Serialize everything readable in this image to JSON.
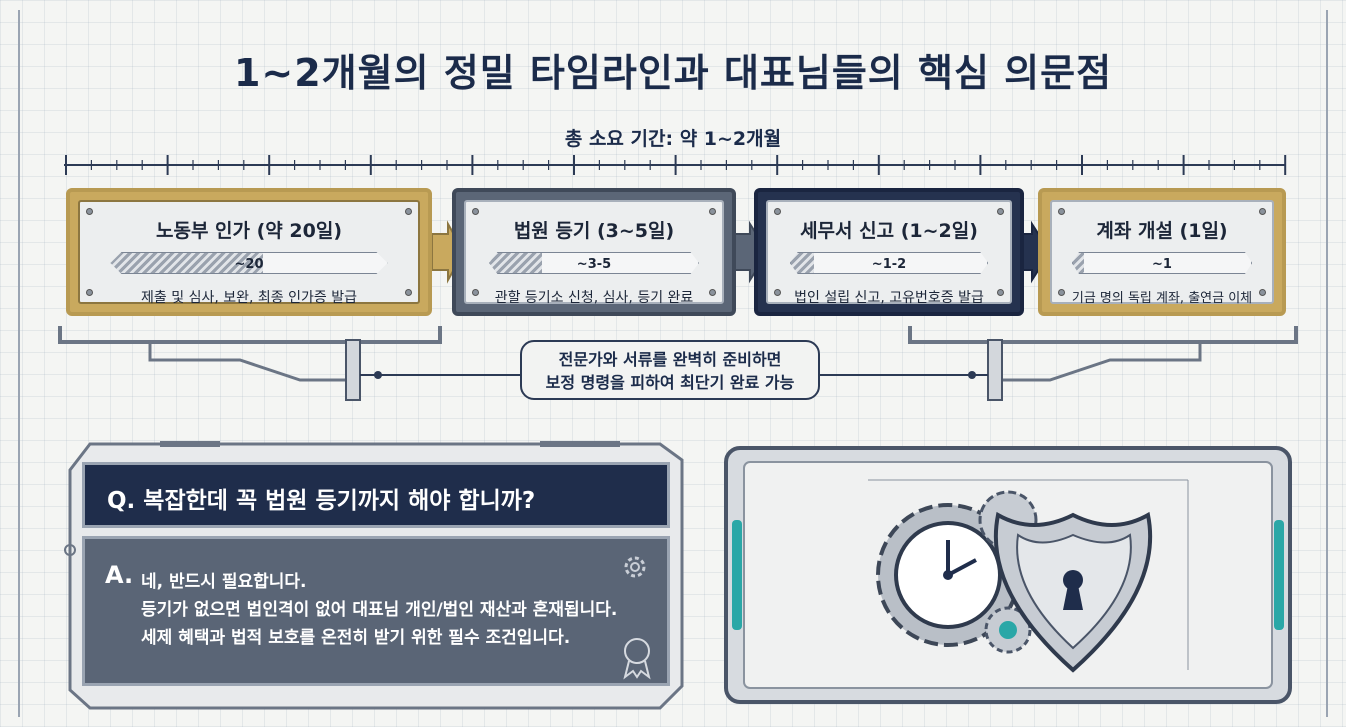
{
  "title": "1~2개월의 정밀 타임라인과 대표님들의 핵심 의문점",
  "duration_label": "총 소요 기간: 약 1~2개월",
  "steps": [
    {
      "title": "노동부 인가 (약 20일)",
      "bar_label": "~20",
      "progress": 0.55,
      "desc": "제출 및 심사, 보완, 최종 인가증 발급",
      "accent": "#c9a95e"
    },
    {
      "title": "법원 등기 (3~5일)",
      "bar_label": "~3-5",
      "progress": 0.25,
      "desc": "관할 등기소 신청, 심사, 등기 완료",
      "accent": "#5b6677"
    },
    {
      "title": "세무서 신고 (1~2일)",
      "bar_label": "~1-2",
      "progress": 0.12,
      "desc": "법인 설립 신고, 고유번호증 발급",
      "accent": "#25324f"
    },
    {
      "title": "계좌 개설 (1일)",
      "bar_label": "~1",
      "progress": 0.06,
      "desc": "기금 명의 독립 계좌, 출연금 이체",
      "accent": "#c9a95e"
    }
  ],
  "note": {
    "line1": "전문가와 서류를 완벽히 준비하면",
    "line2": "보정 명령을 피하여 최단기 완료 가능"
  },
  "qa": {
    "question": "Q. 복잡한데 꼭 법원 등기까지 해야 합니까?",
    "answer_label": "A.",
    "answer_lines": [
      "네, 반드시 필요합니다.",
      "등기가 없으면 법인격이 없어 대표님 개인/법인 재산과 혼재됩니다.",
      "세제 혜택과 법적 보호를 온전히 받기 위한 필수 조건입니다."
    ]
  },
  "icons": [
    "clock-gear-icon",
    "shield-keyhole-icon",
    "gear-icon",
    "certificate-ribbon-icon"
  ],
  "colors": {
    "navy": "#1f2d4b",
    "gold": "#c9a95e",
    "slate": "#5a6576",
    "teal": "#2aa7a7"
  }
}
